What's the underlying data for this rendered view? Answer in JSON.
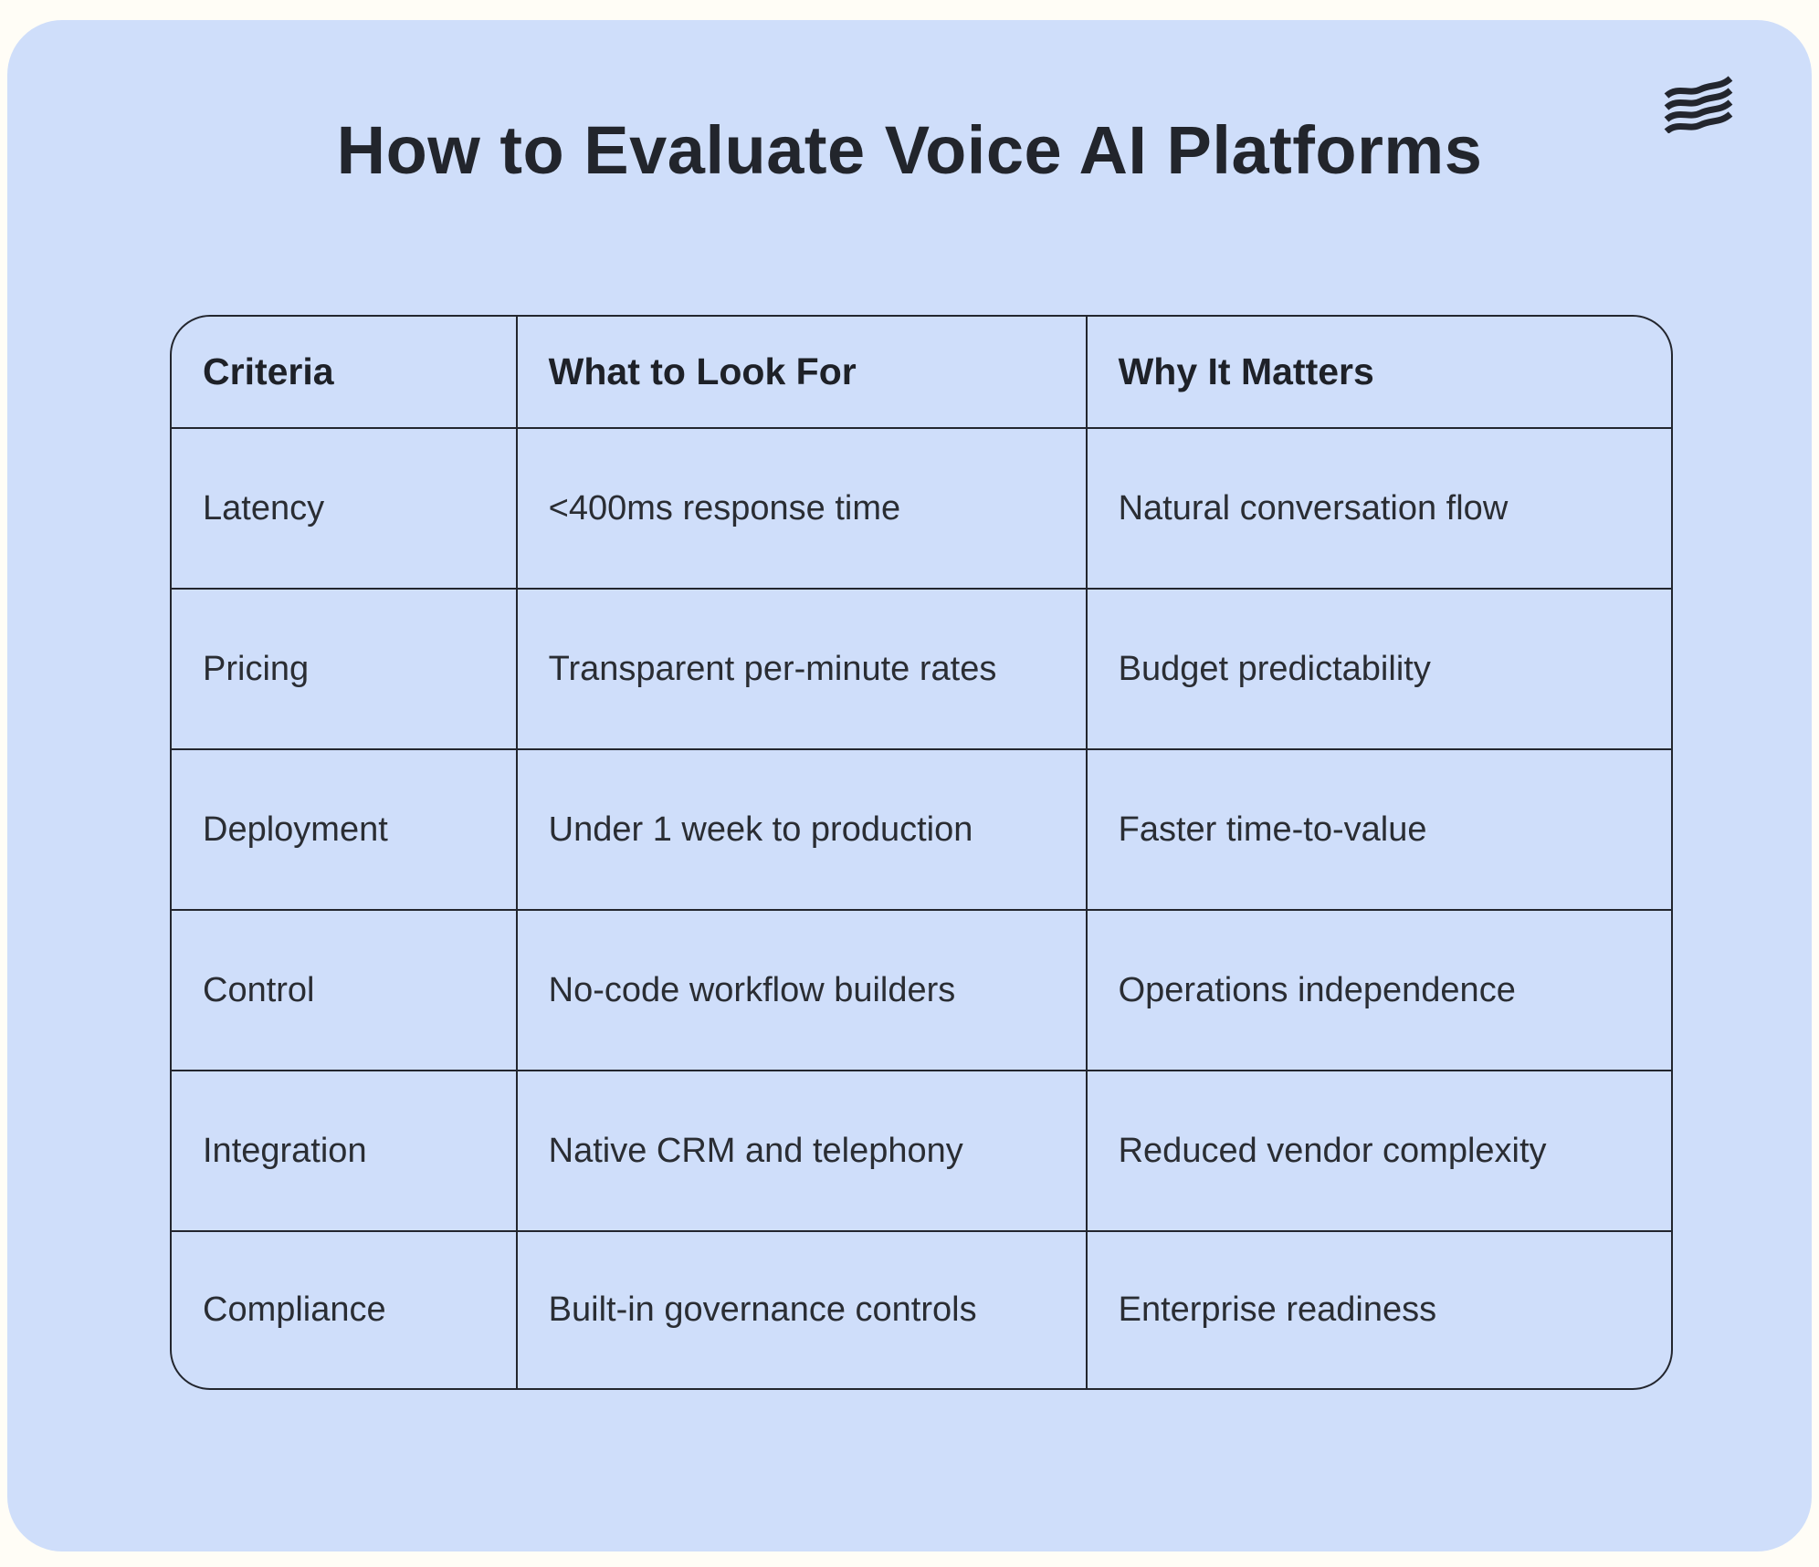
{
  "page": {
    "title": "How to Evaluate Voice AI Platforms",
    "logo_icon": "wave-lines-logo"
  },
  "colors": {
    "page_background": "#fffdf6",
    "panel_background": "#cfdefa",
    "table_border": "#23262e",
    "title_text": "#22252c",
    "cell_text": "#2a2d33"
  },
  "chart_data": {
    "type": "table",
    "title": "How to Evaluate Voice AI Platforms",
    "columns": [
      "Criteria",
      "What to Look For",
      "Why It Matters"
    ],
    "rows": [
      [
        "Latency",
        "<400ms response time",
        "Natural conversation flow"
      ],
      [
        "Pricing",
        "Transparent per-minute rates",
        "Budget predictability"
      ],
      [
        "Deployment",
        "Under 1 week to production",
        "Faster time-to-value"
      ],
      [
        "Control",
        "No-code workflow builders",
        "Operations independence"
      ],
      [
        "Integration",
        "Native CRM and telephony",
        "Reduced vendor complexity"
      ],
      [
        "Compliance",
        "Built-in governance controls",
        "Enterprise readiness"
      ]
    ],
    "layout": {
      "grid": "full-borders",
      "corner_style": "rounded",
      "header_bold": true
    }
  }
}
